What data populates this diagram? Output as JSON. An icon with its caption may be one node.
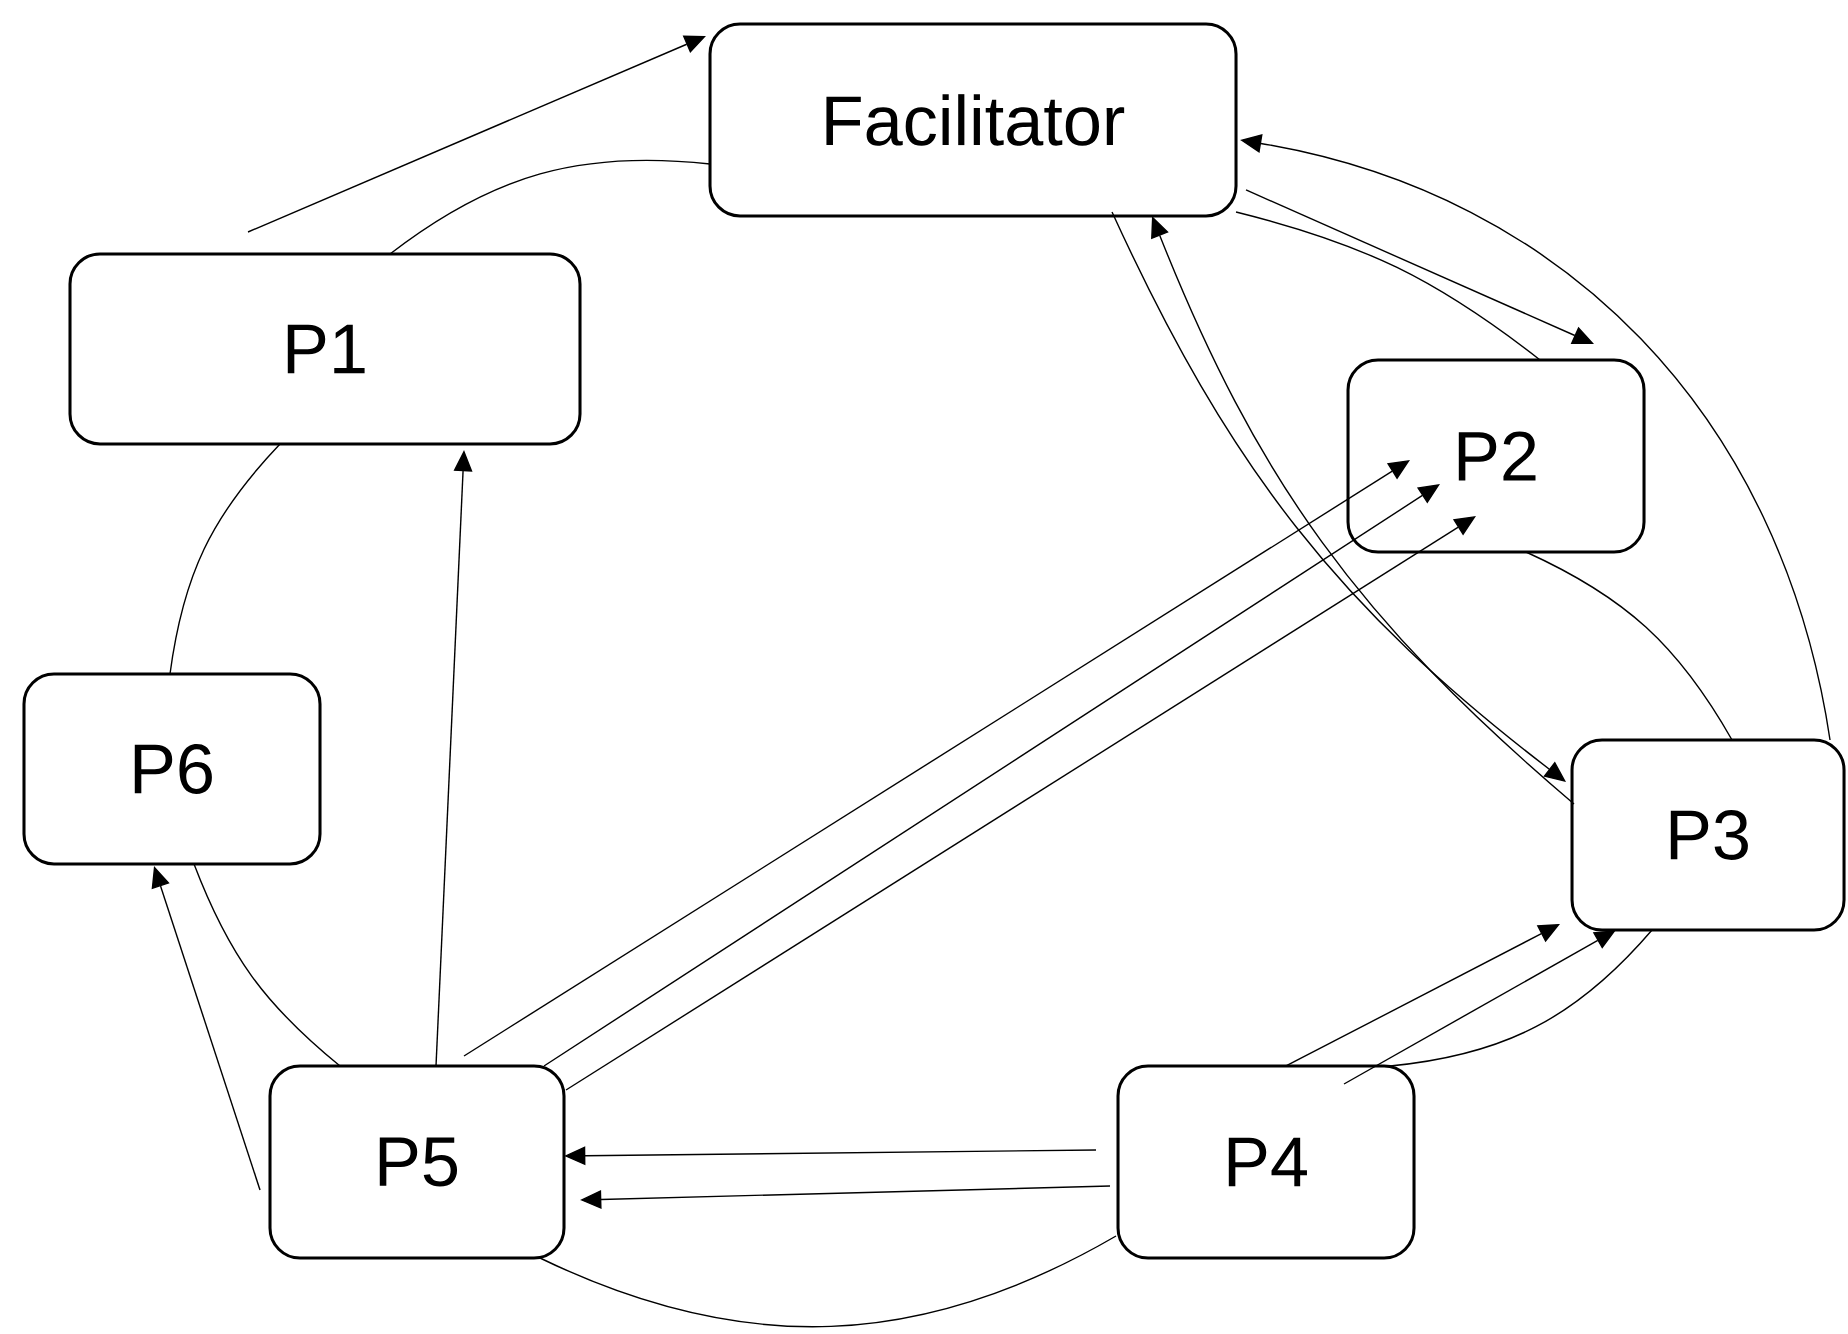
{
  "diagram": {
    "nodes": [
      {
        "text": [
          "Facilitator"
        ]
      },
      {
        "text": [
          "P1"
        ]
      },
      {
        "text": [
          "P2"
        ]
      },
      {
        "text": [
          "P3"
        ]
      },
      {
        "text": [
          "P4"
        ]
      },
      {
        "text": [
          "P5"
        ]
      },
      {
        "text": [
          "P6"
        ]
      }
    ],
    "edges": [
      {
        "from": 0,
        "to": 1,
        "arrow": "none"
      },
      {
        "from": 1,
        "to": 6,
        "arrow": "none"
      },
      {
        "from": 6,
        "to": 5,
        "arrow": "none"
      },
      {
        "from": 5,
        "to": 4,
        "arrow": "none"
      },
      {
        "from": 4,
        "to": 3,
        "arrow": "none"
      },
      {
        "from": 3,
        "to": 2,
        "arrow": "none"
      },
      {
        "from": 2,
        "to": 0,
        "arrow": "none"
      },
      {
        "from": 1,
        "to": 0,
        "arrow": "to"
      },
      {
        "from": 0,
        "to": 2,
        "arrow": "to"
      },
      {
        "from": 3,
        "to": 0,
        "arrow": "to"
      },
      {
        "from": 0,
        "to": 3,
        "arrow": "to"
      },
      {
        "from": 3,
        "to": 0,
        "arrow": "to"
      },
      {
        "from": 5,
        "to": 2,
        "arrow": "to"
      },
      {
        "from": 5,
        "to": 2,
        "arrow": "to"
      },
      {
        "from": 5,
        "to": 2,
        "arrow": "to"
      },
      {
        "from": 5,
        "to": 1,
        "arrow": "to"
      },
      {
        "from": 5,
        "to": 6,
        "arrow": "to"
      },
      {
        "from": 4,
        "to": 3,
        "arrow": "to"
      },
      {
        "from": 4,
        "to": 3,
        "arrow": "to"
      },
      {
        "from": 4,
        "to": 5,
        "arrow": "to"
      },
      {
        "from": 4,
        "to": 5,
        "arrow": "to"
      }
    ]
  }
}
